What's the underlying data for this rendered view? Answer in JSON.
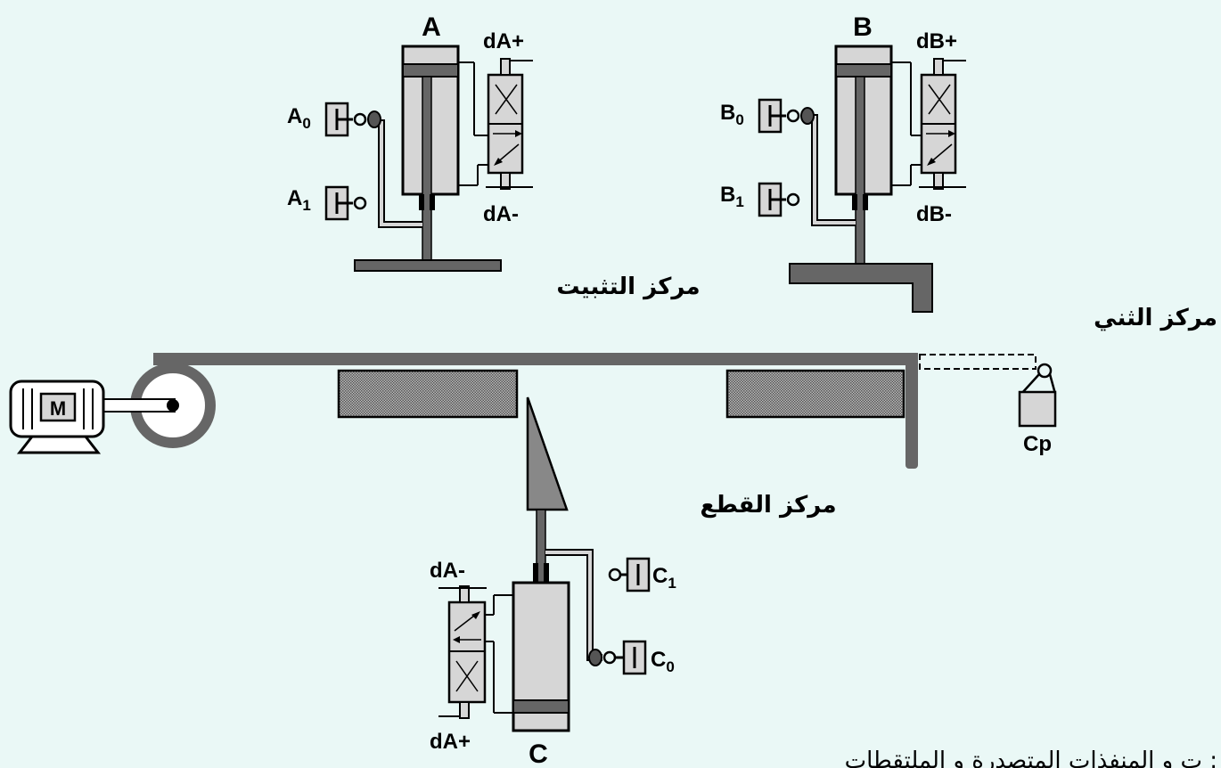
{
  "cylinders": {
    "A": {
      "name": "A",
      "valve_top": "dA+",
      "valve_bottom": "dA-",
      "sensor_retracted": "A",
      "sensor_retracted_sub": "0",
      "sensor_extended": "A",
      "sensor_extended_sub": "1"
    },
    "B": {
      "name": "B",
      "valve_top": "dB+",
      "valve_bottom": "dB-",
      "sensor_retracted": "B",
      "sensor_retracted_sub": "0",
      "sensor_extended": "B",
      "sensor_extended_sub": "1"
    },
    "C": {
      "name": "C",
      "valve_top": "dA-",
      "valve_bottom": "dA+",
      "sensor_extended": "C",
      "sensor_extended_sub": "1",
      "sensor_retracted": "C",
      "sensor_retracted_sub": "0"
    }
  },
  "motor": {
    "label": "M"
  },
  "sensor_cp": {
    "label": "Cp"
  },
  "stations": {
    "clamping": "مركز التثبيت",
    "bending": "مركز الثني",
    "cutting": "مركز القطع"
  },
  "footer_text": "ت و المنفذات المتصدرة و الملتقطات :",
  "colors": {
    "background": "#eaf8f6",
    "body_fill": "#d6d6d6",
    "belt": "#666666",
    "hatch": "#888888"
  }
}
